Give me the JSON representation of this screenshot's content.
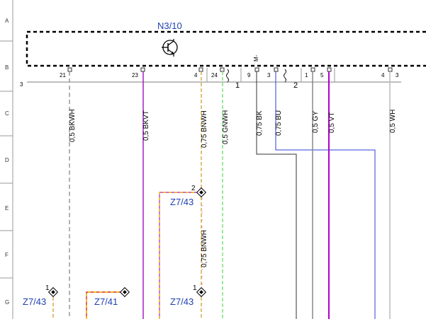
{
  "row_labels": [
    "A",
    "B",
    "C",
    "D",
    "E",
    "F",
    "G"
  ],
  "component": {
    "id": "N3/10",
    "symbol": "transistor-icon",
    "pins": [
      "21",
      "23",
      "4",
      "24",
      "9",
      "3",
      "1",
      "5",
      "4",
      "3"
    ],
    "bus_left_number": "3",
    "group_1_number": "1",
    "group_2_number": "2",
    "minus_mark": "M-"
  },
  "wires": [
    {
      "label": "0,5 BKWH",
      "color": "#999999",
      "dashed": true
    },
    {
      "label": "0,5 BKVT",
      "color": "#a020c0",
      "dashed": false
    },
    {
      "label": "0,75 BNWH",
      "color": "#d9a84b",
      "dashed": true
    },
    {
      "label": "0,5 GNWH",
      "color": "#66dd66",
      "dashed": true
    },
    {
      "label": "0,75 BK",
      "color": "#333333",
      "dashed": false
    },
    {
      "label": "0,75 BU",
      "color": "#2a3fd6",
      "dashed": false
    },
    {
      "label": "0,5 GY",
      "color": "#888888",
      "dashed": false
    },
    {
      "label": "0,5 VT",
      "color": "#b000c8",
      "dashed": false
    },
    {
      "label": "0,5 WH",
      "color": "#bbbbbb",
      "dashed": false
    },
    {
      "label": "0,75 BNWH",
      "color": "#d9a84b",
      "dashed": true
    }
  ],
  "connectors": [
    {
      "ref": "Z7/43",
      "pin": "2"
    },
    {
      "ref": "Z7/43",
      "pin": "1"
    },
    {
      "ref": "Z7/41",
      "pin": ""
    },
    {
      "ref": "Z7/43",
      "pin": "1"
    }
  ],
  "colors": {
    "frame": "#999999",
    "component_border": "#000000",
    "accent": "#1f3fb0",
    "bridge_red": "#e02020",
    "bridge_yellow": "#e8c800",
    "bridge_magenta": "#c040c0"
  }
}
